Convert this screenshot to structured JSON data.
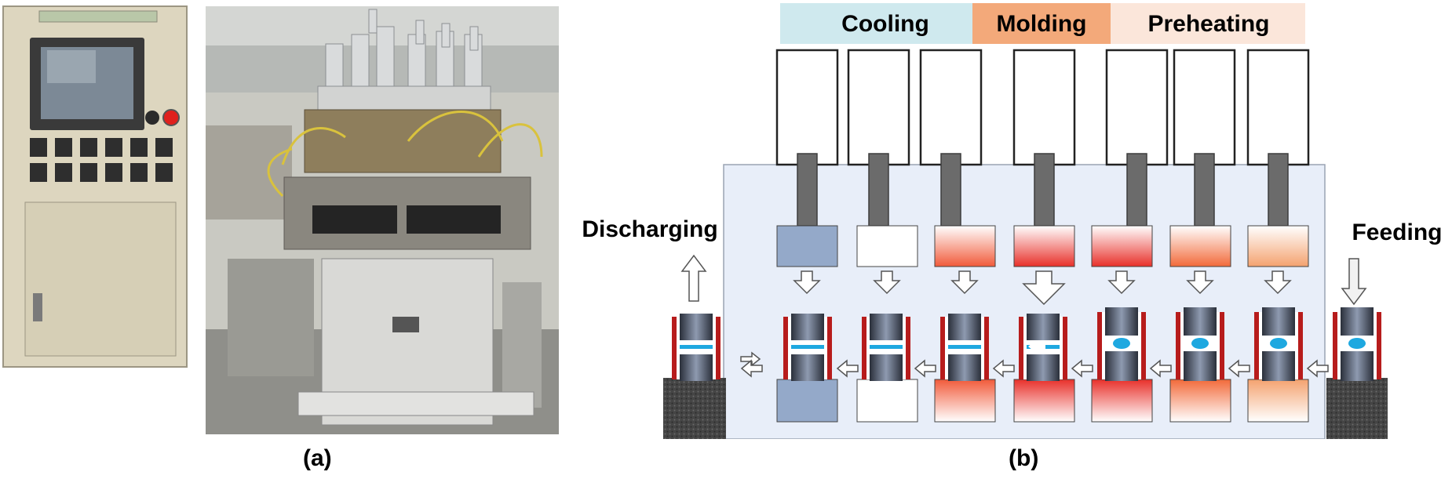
{
  "panel_a": {
    "caption": "(a)",
    "photo": "photograph of the multi-station molding machine with its control cabinet (touch screen, emergency stop button, temperature controllers)"
  },
  "panel_b": {
    "caption": "(b)",
    "stages": [
      "Cooling",
      "Molding",
      "Preheating"
    ],
    "stage_colors": {
      "cooling": "#cfe9ee",
      "molding": "#f3a97a",
      "preheating": "#fbe6da"
    },
    "discharging_label": "Discharging",
    "feeding_label": "Feeding",
    "station_colors": [
      "#94a9c9",
      "#ffffff",
      "#f15a3a",
      "#e8302a",
      "#e8302a",
      "#f26a3a",
      "#f4a26f"
    ],
    "mold_contents": [
      "lens",
      "lens",
      "lens",
      "lens",
      "lens",
      "ball",
      "ball",
      "ball",
      "ball"
    ],
    "colors": {
      "frame_bg": "#e8eef9",
      "mold_wall": "#b71c1c",
      "lens_blue": "#1ea8e0"
    }
  }
}
